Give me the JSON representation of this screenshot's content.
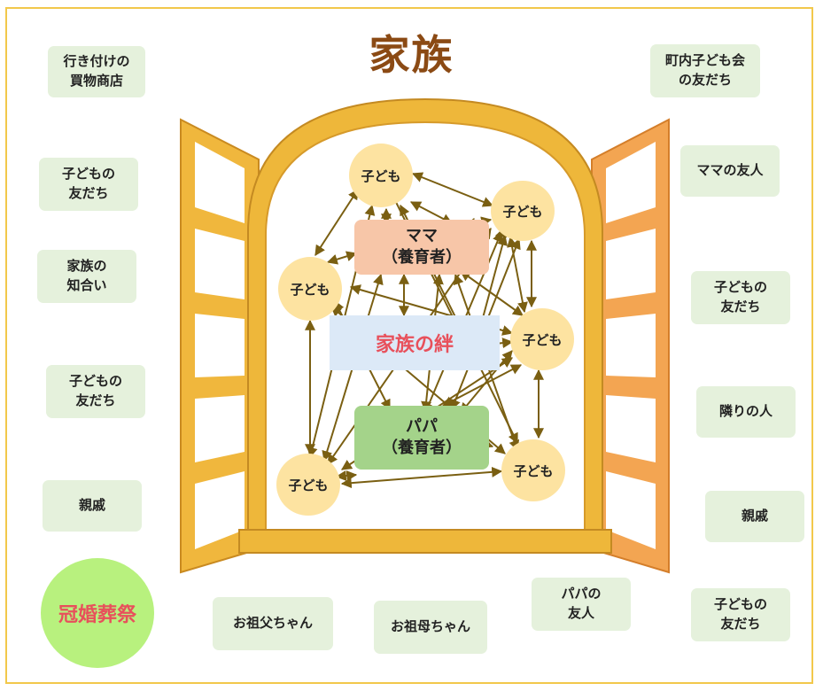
{
  "title": "家族",
  "left_boxes": [
    "行き付けの\n買物商店",
    "子どもの\n友だち",
    "家族の\n知合い",
    "子どもの\n友だち",
    "親戚"
  ],
  "right_boxes": [
    "町内子ども会\nの友だち",
    "ママの友人",
    "子どもの\n友だち",
    "隣りの人",
    "親戚",
    "子どもの\n友だち"
  ],
  "bottom_boxes": [
    "お祖父ちゃん",
    "お祖母ちゃん",
    "パパの\n友人"
  ],
  "kankonsousai": "冠婚葬祭",
  "center": {
    "mama": "ママ\n（養育者）",
    "papa": "パパ\n（養育者）",
    "kizuna": "家族の絆",
    "children": [
      "子ども",
      "子ども",
      "子ども",
      "子ども",
      "子ども",
      "子ども"
    ]
  },
  "colors": {
    "title": "#8b4a14",
    "border": "#f2c84b",
    "side_box": "#e5f1dc",
    "child": "#fde3a1",
    "mama": "#f7c6a8",
    "papa": "#a4d38a",
    "kizuna_bg": "#dce9f7",
    "kizuna_text": "#e8505b",
    "kankon_bg": "#b8f17e",
    "arrow": "#7a5f12",
    "window_wood": "#eeb73a"
  }
}
